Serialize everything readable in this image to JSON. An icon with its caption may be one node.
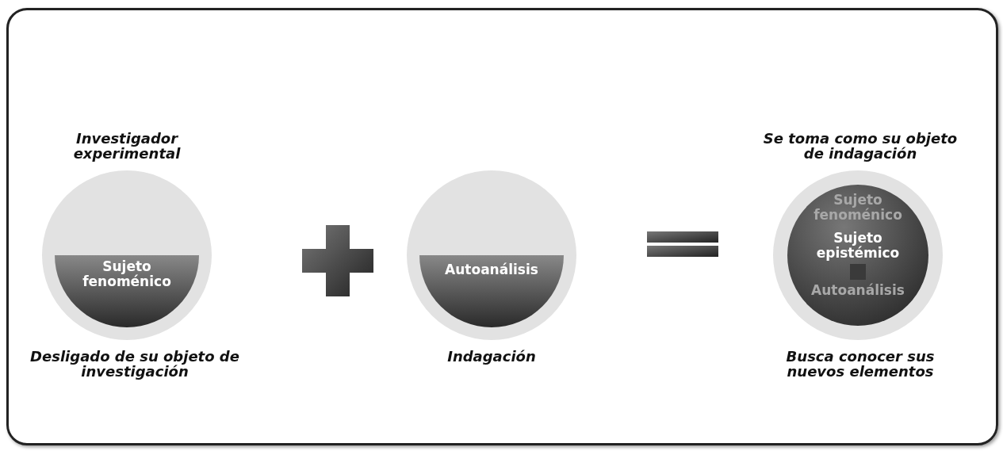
{
  "diagram": {
    "nodes": [
      {
        "text": [
          "Sujeto fenoménico"
        ],
        "beside": [
          "Investigador experimental",
          "Desligado de su objeto de investigación"
        ]
      },
      {
        "text": [
          "Autoanálisis"
        ],
        "beside": [
          "Indagación"
        ]
      },
      {
        "text": [
          "Sujeto fenoménico",
          "Sujeto epistémico",
          "Autoanálisis"
        ],
        "beside": [
          "Se toma como su objeto de indagación",
          "Busca conocer sus nuevos elementos"
        ]
      }
    ]
  }
}
